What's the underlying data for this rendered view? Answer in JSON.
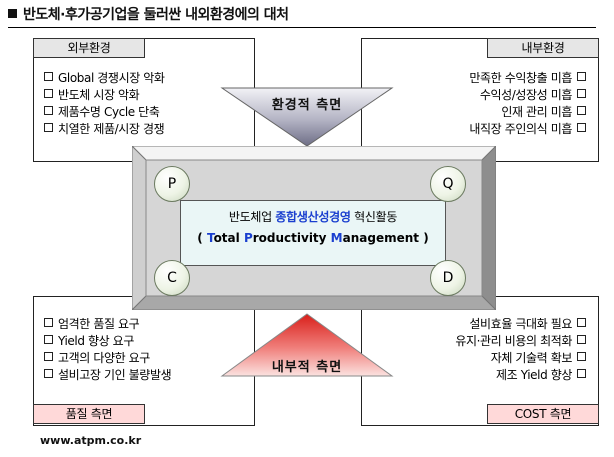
{
  "title": "반도체·후가공기업을 둘러싼 내외환경에의 대처",
  "quadrants": {
    "top_left": {
      "label": "외부환경",
      "items": [
        "Global 경쟁시장 악화",
        "반도체 시장 악화",
        "제품수명 Cycle 단축",
        "치열한 제품/시장 경쟁"
      ]
    },
    "top_right": {
      "label": "내부환경",
      "items": [
        "만족한 수익창출 미흡",
        "수익성/성장성 미흡",
        "인재 관리 미흡",
        "내직장 주인의식 미흡"
      ]
    },
    "bottom_left": {
      "label": "품질 측면",
      "items": [
        "엄격한 품질 요구",
        "Yield 향상 요구",
        "고객의 다양한 요구",
        "설비고장 기인 불량발생"
      ]
    },
    "bottom_right": {
      "label": "COST 측면",
      "items": [
        "설비효율 극대화 필요",
        "유지·관리 비용의 최적화",
        "자체 기술력 확보",
        "제조 Yield 향상"
      ]
    }
  },
  "arrows": {
    "top": "환경적 측면",
    "bottom": "내부적 측면"
  },
  "center": {
    "line1_prefix": "반도체업 ",
    "line1_highlight": "종합생산성경영",
    "line1_suffix": " 혁신활동",
    "line2_open": "( ",
    "line2_T": "T",
    "line2_otal": "otal ",
    "line2_P": "P",
    "line2_roductivity": "roductivity ",
    "line2_M": "M",
    "line2_anagement": "anagement",
    "line2_close": " )"
  },
  "corners": {
    "tl": "P",
    "tr": "Q",
    "bl": "C",
    "br": "D"
  },
  "footer": {
    "url": "www.atpm.co.kr"
  },
  "colors": {
    "highlight_blue": "#1a3fcf",
    "top_arrow": "#8a8aa0",
    "bottom_arrow": "#e2302a",
    "center_bg": "#eaf6f6"
  }
}
